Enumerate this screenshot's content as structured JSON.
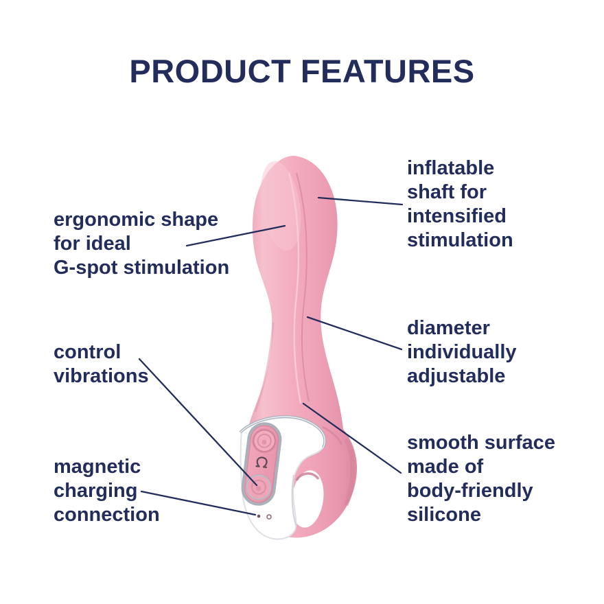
{
  "title": "PRODUCT FEATURES",
  "features": {
    "ergonomic": {
      "lines": [
        "ergonomic shape",
        "for ideal",
        "G-spot stimulation"
      ]
    },
    "inflatable": {
      "lines": [
        "inflatable",
        "shaft for",
        "intensified",
        "stimulation"
      ]
    },
    "diameter": {
      "lines": [
        "diameter",
        "individually",
        "adjustable"
      ]
    },
    "control": {
      "lines": [
        "control",
        "vibrations"
      ]
    },
    "magnetic": {
      "lines": [
        "magnetic",
        "charging",
        "connection"
      ]
    },
    "smooth": {
      "lines": [
        "smooth surface",
        "made of",
        "body-friendly",
        "silicone"
      ]
    }
  },
  "colors": {
    "text_navy": "#232d5c",
    "callout_line": "#232d5c",
    "body_pink": "#f3abbe",
    "body_pink_shadow": "#dd8aa2",
    "handle_white": "#ffffff",
    "chrome": "#aab1ba"
  },
  "device_icons": {
    "top_button": "round-button",
    "mode_symbol": "airwave-icon",
    "bottom_button": "round-button",
    "charging_contacts": "magnetic-contact-dots"
  }
}
